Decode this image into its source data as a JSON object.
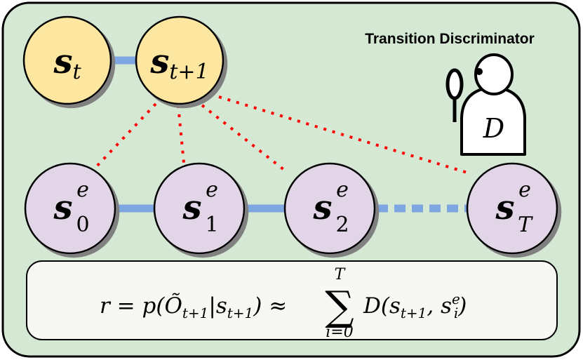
{
  "title": "Transition Discriminator",
  "colors": {
    "background": "#d5e8d4",
    "current_state_fill": "#fde7a0",
    "expert_state_fill": "#e1d5e7",
    "chain_link": "#7ea6e0",
    "compare_link": "#ff0000",
    "formula_box": "#f7f8f3"
  },
  "current_states": [
    {
      "base": "s",
      "sub": "t"
    },
    {
      "base": "s",
      "sub": "t+1"
    }
  ],
  "expert_states": [
    {
      "base": "s",
      "sup": "e",
      "sub": "0"
    },
    {
      "base": "s",
      "sup": "e",
      "sub": "1"
    },
    {
      "base": "s",
      "sup": "e",
      "sub": "2"
    },
    {
      "base": "s",
      "sup": "e",
      "sub": "T"
    }
  ],
  "discriminator": {
    "label": "D",
    "icon": "magnifying-glass-icon"
  },
  "formula": {
    "lhs": "r = p(",
    "obs": "Õ",
    "obs_sub": "t+1",
    "mid": "|s",
    "mid_sub": "t+1",
    "mid_close": ") ≈",
    "sum_symbol": "∑",
    "sum_upper": "T",
    "sum_lower": "i=0",
    "rhs_open": "D(s",
    "rhs_sub1": "t+1",
    "rhs_comma": ", s",
    "rhs_sup2": "e",
    "rhs_sub2": "i",
    "rhs_close": ")"
  }
}
